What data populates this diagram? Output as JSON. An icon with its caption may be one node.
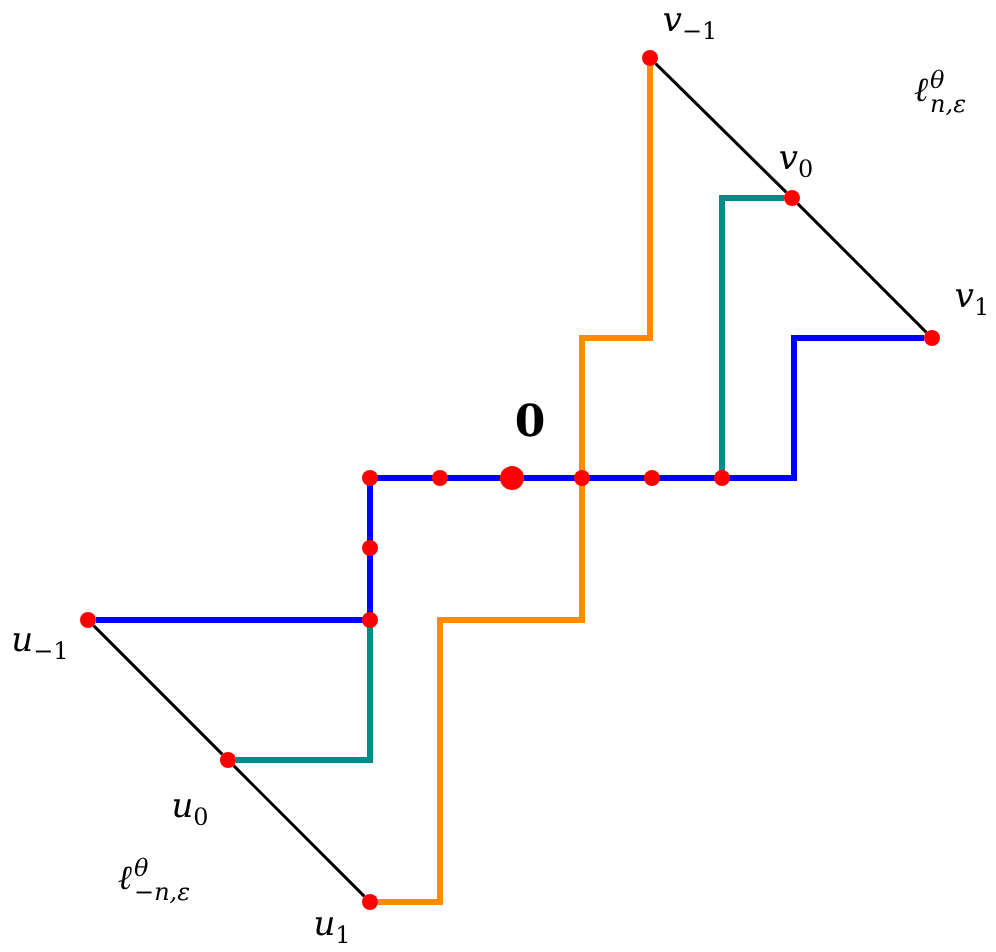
{
  "diagram": {
    "nodes": [
      {
        "text": [],
        "shape": "circle",
        "beside": [
          "v$_{−1}$"
        ]
      },
      {
        "text": [],
        "shape": "circle",
        "beside": [
          "v$_{0}$"
        ]
      },
      {
        "text": [],
        "shape": "circle",
        "beside": [
          "v$_{1}$"
        ]
      },
      {
        "text": [],
        "shape": "circle",
        "beside": [
          "0"
        ]
      },
      {
        "text": [],
        "shape": "circle",
        "beside": [
          "u$_{−1}$"
        ]
      },
      {
        "text": [],
        "shape": "circle",
        "beside": [
          "u$_{0}$"
        ]
      },
      {
        "text": [],
        "shape": "circle",
        "beside": [
          "u$_{1}$"
        ]
      }
    ],
    "edges": [
      {
        "from": 4,
        "to": 3,
        "arrow": "none",
        "style": "thick",
        "color": "#0000ff"
      },
      {
        "from": 3,
        "to": 2,
        "arrow": "none",
        "style": "thick",
        "color": "#0000ff"
      },
      {
        "from": 5,
        "to": 1,
        "arrow": "none",
        "style": "thick",
        "color": "#008b8b"
      },
      {
        "from": 6,
        "to": 0,
        "arrow": "none",
        "style": "thick",
        "color": "#ff8c00"
      },
      {
        "from": 0,
        "to": 1,
        "arrow": "none"
      },
      {
        "from": 1,
        "to": 2,
        "arrow": "none"
      },
      {
        "from": 4,
        "to": 5,
        "arrow": "none"
      },
      {
        "from": 5,
        "to": 6,
        "arrow": "none"
      }
    ],
    "labels": [
      "ℓ$^{θ}$$_{n,ε}$",
      "ℓ$^{θ}$$_{−n,ε}$"
    ]
  }
}
